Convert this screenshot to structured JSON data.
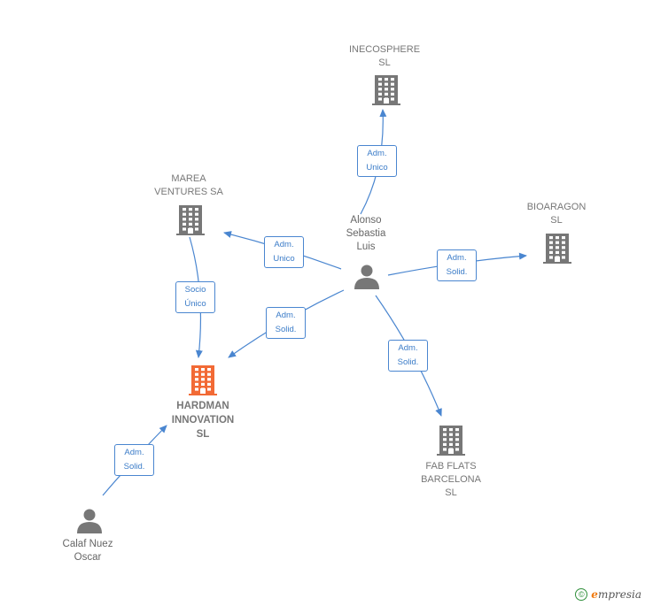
{
  "colors": {
    "edge": "#4a86d0",
    "company": "#777777",
    "company_main": "#f26a35",
    "person": "#777777",
    "brand_green": "#2f8f3a",
    "brand_orange": "#f07a10"
  },
  "nodes": {
    "inecosphere": {
      "type": "company",
      "icon": "building-icon",
      "label": [
        "INECOSPHERE",
        "SL"
      ]
    },
    "marea": {
      "type": "company",
      "icon": "building-icon",
      "label": [
        "MAREA",
        "VENTURES SA"
      ]
    },
    "bioaragon": {
      "type": "company",
      "icon": "building-icon",
      "label": [
        "BIOARAGON",
        "SL"
      ]
    },
    "hardman": {
      "type": "company-main",
      "icon": "building-icon",
      "label": [
        "HARDMAN",
        "INNOVATION",
        "SL"
      ]
    },
    "fabflats": {
      "type": "company",
      "icon": "building-icon",
      "label": [
        "FAB FLATS",
        "BARCELONA",
        "SL"
      ]
    },
    "alonso": {
      "type": "person",
      "icon": "person-icon",
      "label": [
        "Alonso",
        "Sebastia",
        "Luis"
      ]
    },
    "calaf": {
      "type": "person",
      "icon": "person-icon",
      "label": [
        "Calaf Nuez",
        "Oscar"
      ]
    }
  },
  "edges": {
    "alonso_inecosphere": {
      "from": "alonso",
      "to": "inecosphere",
      "label": [
        "Adm.",
        "Unico"
      ]
    },
    "alonso_marea": {
      "from": "alonso",
      "to": "marea",
      "label": [
        "Adm.",
        "Unico"
      ]
    },
    "alonso_bioaragon": {
      "from": "alonso",
      "to": "bioaragon",
      "label": [
        "Adm.",
        "Solid."
      ]
    },
    "alonso_hardman": {
      "from": "alonso",
      "to": "hardman",
      "label": [
        "Adm.",
        "Solid."
      ]
    },
    "alonso_fabflats": {
      "from": "alonso",
      "to": "fabflats",
      "label": [
        "Adm.",
        "Solid."
      ]
    },
    "marea_hardman": {
      "from": "marea",
      "to": "hardman",
      "label": [
        "Socio",
        "Único"
      ]
    },
    "calaf_hardman": {
      "from": "calaf",
      "to": "hardman",
      "label": [
        "Adm.",
        "Solid."
      ]
    }
  },
  "brand": {
    "copyright": "©",
    "name_initial": "e",
    "name_rest": "mpresia"
  }
}
